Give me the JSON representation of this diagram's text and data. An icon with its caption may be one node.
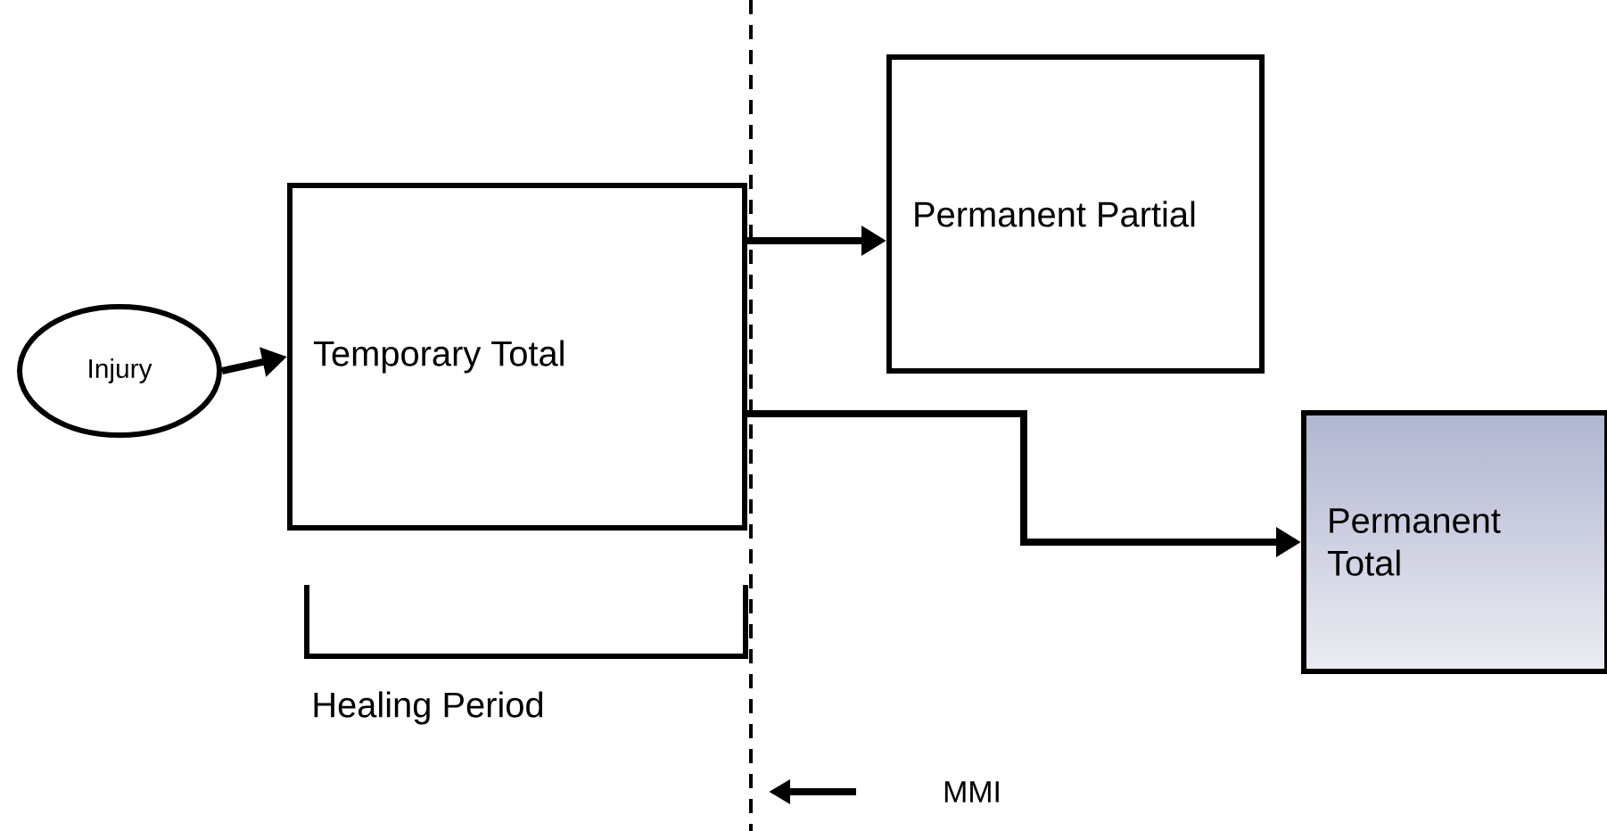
{
  "diagram": {
    "nodes": [
      {
        "text": [
          "Injury"
        ]
      },
      {
        "text": [
          "Temporary Total"
        ]
      },
      {
        "text": [
          "Permanent Partial"
        ]
      },
      {
        "text": [
          "Permanent Total"
        ]
      }
    ],
    "edges": [
      {
        "from": 0,
        "to": 1,
        "arrow": "to"
      },
      {
        "from": 1,
        "to": 2,
        "arrow": "to"
      },
      {
        "from": 1,
        "to": 3,
        "arrow": "to"
      }
    ],
    "labels": [
      "Healing Period",
      "MMI"
    ]
  }
}
